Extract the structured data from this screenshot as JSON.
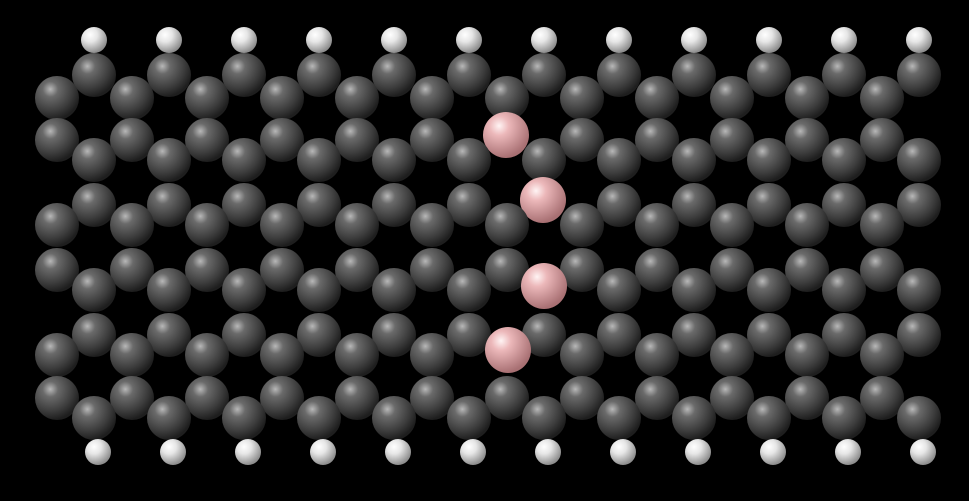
{
  "scene": {
    "background": "#000000",
    "atom_types": [
      {
        "element": "C",
        "color": "#4a4a4a",
        "highlight": "#bdbdbd"
      },
      {
        "element": "H",
        "color": "#d9d9d9",
        "highlight": "#ffffff"
      },
      {
        "element": "dopant",
        "color": "#e3a7a9",
        "highlight": "#fff1f1"
      }
    ]
  }
}
